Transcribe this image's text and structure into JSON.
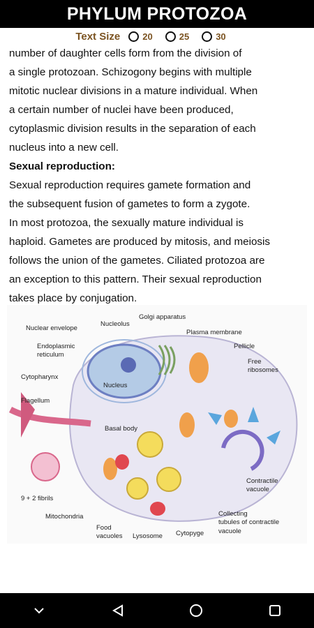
{
  "header": {
    "title": "PHYLUM PROTOZOA"
  },
  "text_size": {
    "label": "Text Size",
    "options": [
      "20",
      "25",
      "30"
    ]
  },
  "content": {
    "para1_lines": [
      "number of daughter cells form from the division of",
      "a single protozoan. Schizogony begins with multiple",
      "mitotic nuclear divisions in a mature individual. When",
      "a certain number of nuclei have been produced,",
      "cytoplasmic division results in the separation of each",
      "nucleus into a new cell."
    ],
    "heading": "Sexual reproduction:",
    "para2_lines": [
      "Sexual reproduction requires gamete formation and",
      "the subsequent fusion of gametes to form a zygote.",
      "In most protozoa, the sexually mature individual is",
      "haploid. Gametes are produced by mitosis, and meiosis",
      "follows the union of the gametes. Ciliated protozoa are",
      "an exception to this pattern. Their sexual reproduction",
      "takes place by conjugation."
    ]
  },
  "figure": {
    "labels": {
      "golgi": "Golgi apparatus",
      "nucleolus": "Nucleolus",
      "nuclear_envelope": "Nuclear envelope",
      "plasma_membrane": "Plasma membrane",
      "er1": "Endoplasmic",
      "er2": "reticulum",
      "pellicle": "Pellicle",
      "free1": "Free",
      "free2": "ribosomes",
      "cytopharynx": "Cytopharynx",
      "nucleus": "Nucleus",
      "flagellum": "Flagellum",
      "basal_body": "Basal body",
      "fibrils": "9 + 2 fibrils",
      "contractile1": "Contractile",
      "contractile2": "vacuole",
      "mitochondria": "Mitochondria",
      "collecting1": "Collecting",
      "collecting2": "tubules of contractile",
      "collecting3": "vacuole",
      "food1": "Food",
      "food2": "vacuoles",
      "lysosome": "Lysosome",
      "cytopyge": "Cytopyge"
    }
  },
  "navbar": {
    "buttons": [
      "back-icon",
      "home-icon",
      "recents-icon",
      "menu-icon"
    ]
  }
}
